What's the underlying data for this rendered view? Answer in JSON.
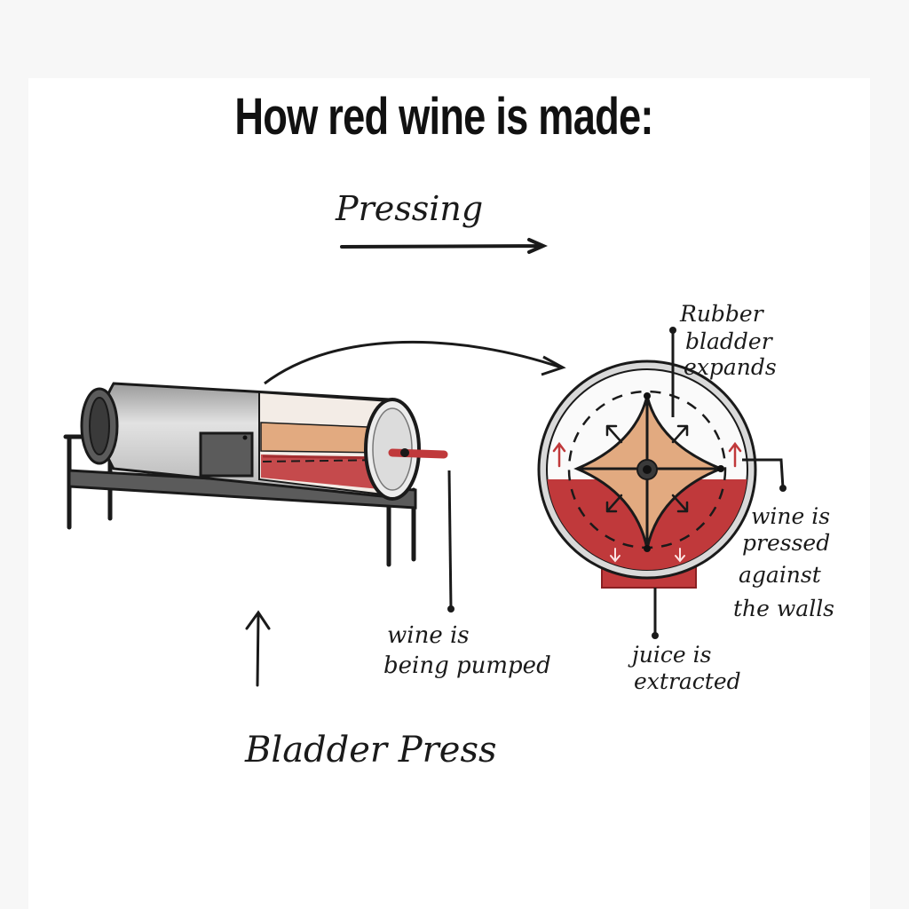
{
  "title": "How red wine is made:",
  "subtitle": "Pressing",
  "labels": {
    "rubber_bladder": [
      "Rubber",
      "bladder",
      "expands"
    ],
    "wine_pressed": [
      "wine is",
      "pressed",
      "against",
      "the walls"
    ],
    "juice_extracted": [
      "juice is",
      "extracted"
    ],
    "wine_pumped": [
      "wine is",
      "being pumped"
    ],
    "bladder_press": "Bladder Press"
  },
  "colors": {
    "wine_red": "#c0393b",
    "pomace": "#e2aa80",
    "steel": "#c8c8c8",
    "dark_steel": "#5b5b5b",
    "ink": "#1a1a1a"
  }
}
